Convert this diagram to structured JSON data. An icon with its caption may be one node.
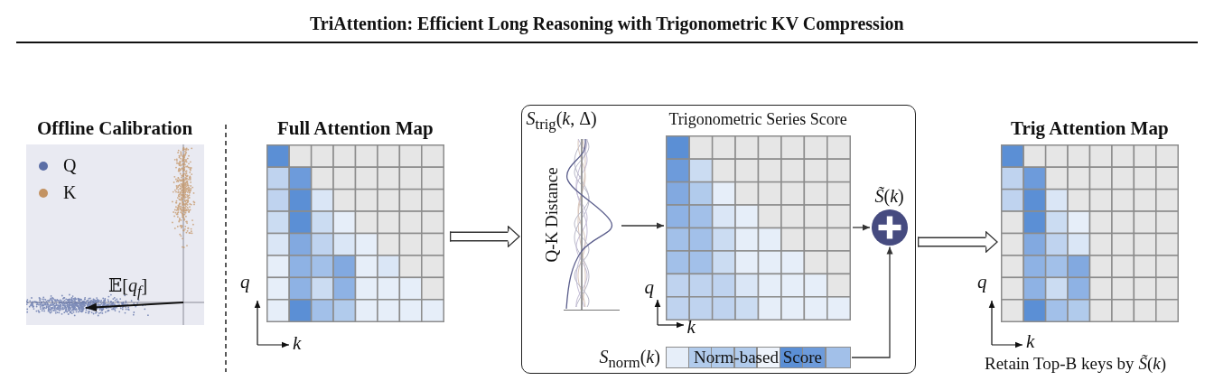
{
  "diagram": {
    "title": "TriAttention: Efficient Long Reasoning with Trigonometric KV Compression",
    "nodes": [
      {
        "text": [
          "Offline Calibration"
        ]
      },
      {
        "text": [
          "Full Attention Map"
        ],
        "beside": [
          "q",
          "k"
        ]
      },
      {
        "text": [],
        "shape": "box"
      },
      {
        "text": [
          "*S*$_{trig}$(*k*, Δ)",
          "Q-K Distance"
        ],
        "in": 2
      },
      {
        "text": [
          "Trigonometric Series Score"
        ],
        "beside": [
          "q",
          "k"
        ],
        "in": 2
      },
      {
        "text": [
          "Norm-based Score"
        ],
        "beside": [
          "*S*$_{norm}$(*k*)"
        ],
        "in": 2
      },
      {
        "text": [],
        "shape": "circle",
        "beside": [
          "*S̃*(*k*)"
        ],
        "in": 2
      },
      {
        "text": [
          "Trig Attention Map"
        ],
        "beside": [
          "q",
          "k",
          "Retain Top-B keys by *S̃*(*k*)"
        ]
      }
    ],
    "edges": [
      {
        "from": 1,
        "to": 2,
        "arrow": "to",
        "style": "thick"
      },
      {
        "from": 3,
        "to": 4,
        "arrow": "to"
      },
      {
        "from": 4,
        "to": 6,
        "arrow": "to"
      },
      {
        "from": 5,
        "to": 6,
        "arrow": "to"
      },
      {
        "from": 2,
        "to": 7,
        "arrow": "to",
        "style": "thick"
      }
    ],
    "labels": [
      "𝔼[*q*$_{f}$]"
    ],
    "legend": [
      {
        "text": "Q",
        "color": "#5b6ea6"
      },
      {
        "text": "K",
        "color": "#c39363"
      }
    ]
  }
}
